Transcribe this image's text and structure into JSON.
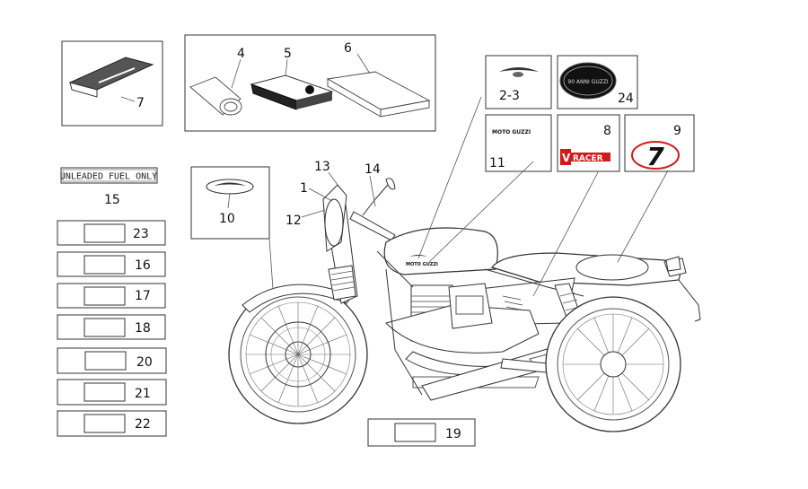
{
  "diagram": {
    "fuel_label": "UNLEADED FUEL ONLY",
    "brand_text": "MOTO GUZZI",
    "brand_small": "MOTO GUZZI",
    "racer_text": "RACER",
    "racer_letter": "V",
    "race_number": "7",
    "badge_text": "90 ANNI GUZZI",
    "labels": {
      "l1": "1",
      "l2_3": "2-3",
      "l4": "4",
      "l5": "5",
      "l6": "6",
      "l7": "7",
      "l8": "8",
      "l9": "9",
      "l10": "10",
      "l11": "11",
      "l12": "12",
      "l13": "13",
      "l14": "14",
      "l15": "15",
      "l16": "16",
      "l17": "17",
      "l18": "18",
      "l19": "19",
      "l20": "20",
      "l21": "21",
      "l22": "22",
      "l23": "23",
      "l24": "24"
    }
  },
  "colors": {
    "accent_red": "#d11b1b",
    "line": "#333333"
  }
}
